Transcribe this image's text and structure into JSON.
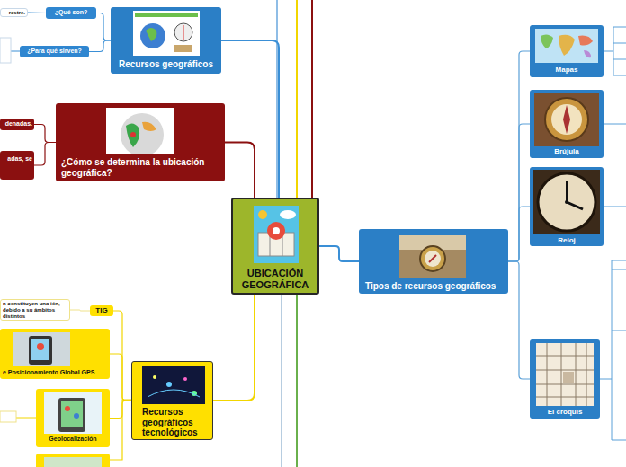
{
  "diagram": {
    "nodes": [
      {
        "text": [
          "UBICACIÓN GEOGRÁFICA"
        ]
      },
      {
        "text": [
          "Recursos geográficos"
        ]
      },
      {
        "text": [
          "¿Qué son?"
        ]
      },
      {
        "text": [
          "restre."
        ]
      },
      {
        "text": [
          "¿Para qué sirven?"
        ]
      },
      {
        "text": [
          "¿Cómo se determina la ubicación geográfica?"
        ]
      },
      {
        "text": [
          "denadas."
        ]
      },
      {
        "text": [
          "adas, se"
        ]
      },
      {
        "text": [
          "Tipos de recursos geográficos"
        ]
      },
      {
        "text": [
          "Mapas"
        ]
      },
      {
        "text": [
          "Brújula"
        ]
      },
      {
        "text": [
          "Reloj"
        ]
      },
      {
        "text": [
          "El croquis"
        ]
      },
      {
        "text": [
          "Recursos geográficos tecnológicos"
        ]
      },
      {
        "text": [
          "TIG"
        ]
      },
      {
        "text": [
          "n constituyen una ión, debido a su ámbitos distintos"
        ]
      },
      {
        "text": [
          "e Posicionamiento Global GPS"
        ]
      },
      {
        "text": [
          "Geolocalización"
        ]
      }
    ],
    "edges": [
      {
        "from": 0,
        "to": 1,
        "arrow": "none"
      },
      {
        "from": 1,
        "to": 2,
        "arrow": "none"
      },
      {
        "from": 2,
        "to": 3,
        "arrow": "none"
      },
      {
        "from": 1,
        "to": 4,
        "arrow": "none"
      },
      {
        "from": 0,
        "to": 5,
        "arrow": "none"
      },
      {
        "from": 5,
        "to": 6,
        "arrow": "none"
      },
      {
        "from": 5,
        "to": 7,
        "arrow": "none"
      },
      {
        "from": 0,
        "to": 8,
        "arrow": "none"
      },
      {
        "from": 8,
        "to": 9,
        "arrow": "none"
      },
      {
        "from": 8,
        "to": 10,
        "arrow": "none"
      },
      {
        "from": 8,
        "to": 11,
        "arrow": "none"
      },
      {
        "from": 8,
        "to": 12,
        "arrow": "none"
      },
      {
        "from": 0,
        "to": 13,
        "arrow": "none"
      },
      {
        "from": 13,
        "to": 14,
        "arrow": "none"
      },
      {
        "from": 14,
        "to": 15,
        "arrow": "none"
      },
      {
        "from": 13,
        "to": 16,
        "arrow": "none"
      },
      {
        "from": 13,
        "to": 17,
        "arrow": "none"
      }
    ]
  }
}
